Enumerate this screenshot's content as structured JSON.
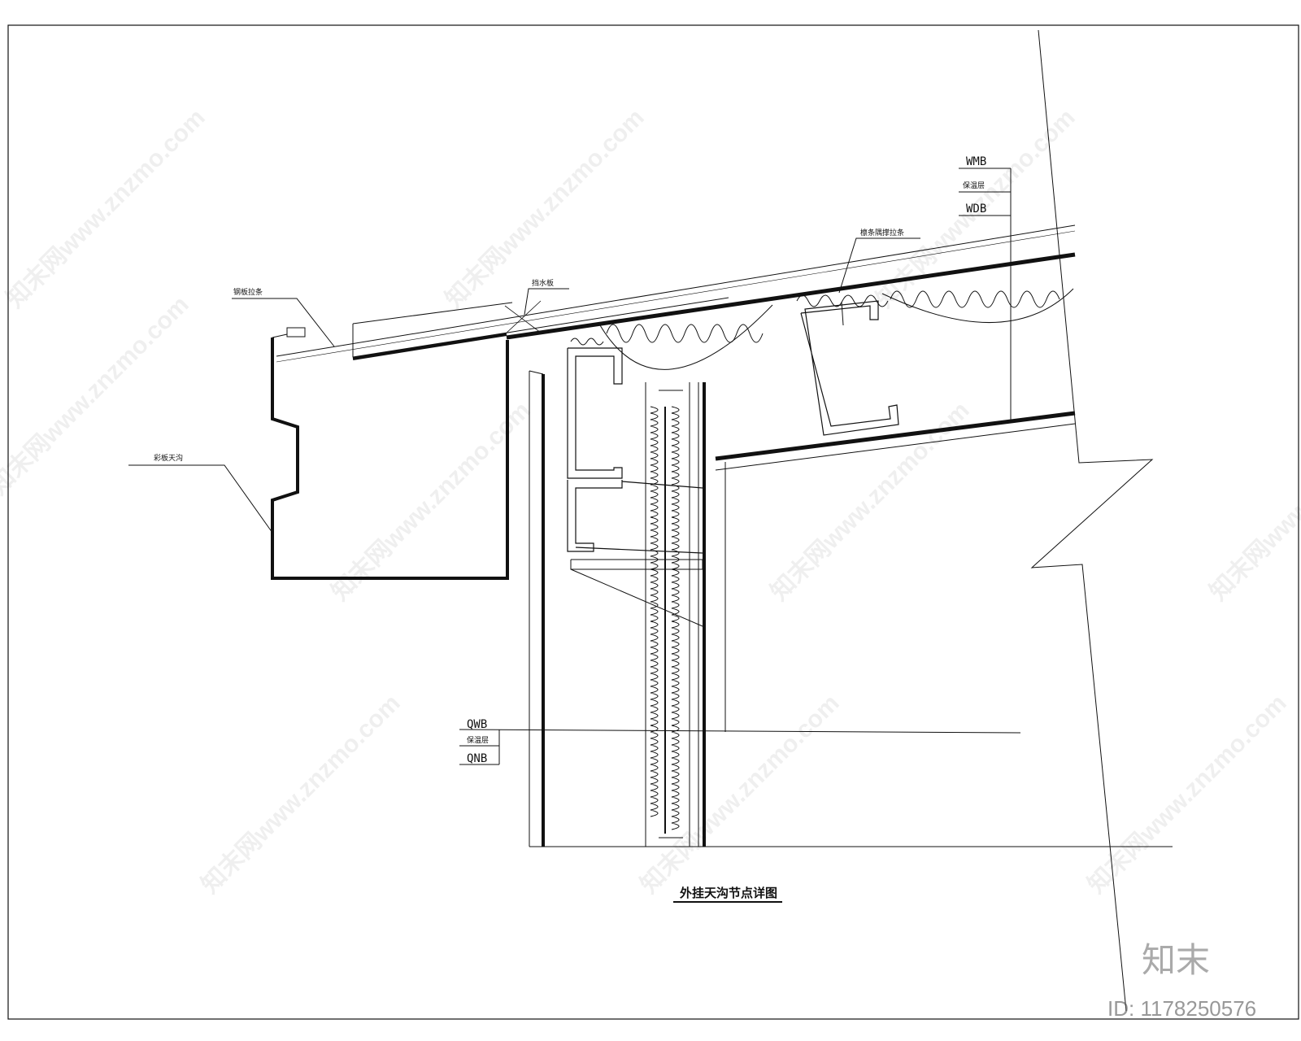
{
  "drawing": {
    "title": "外挂天沟节点详图",
    "roof_labels": {
      "outer_panel": "WMB",
      "insulation": "保温层",
      "inner_panel": "WDB"
    },
    "wall_labels": {
      "outer_panel": "QWB",
      "insulation": "保温层",
      "inner_panel": "QNB"
    },
    "leader_labels": {
      "gutter_bracket": "钢板拉条",
      "flashing": "挡水板",
      "purlin_brace": "檩条隅撑拉条",
      "gutter": "彩板天沟"
    }
  },
  "watermark": {
    "text": "知末网www.znzmo.com",
    "brand": "知末",
    "id_text": "ID: 1178250576"
  }
}
